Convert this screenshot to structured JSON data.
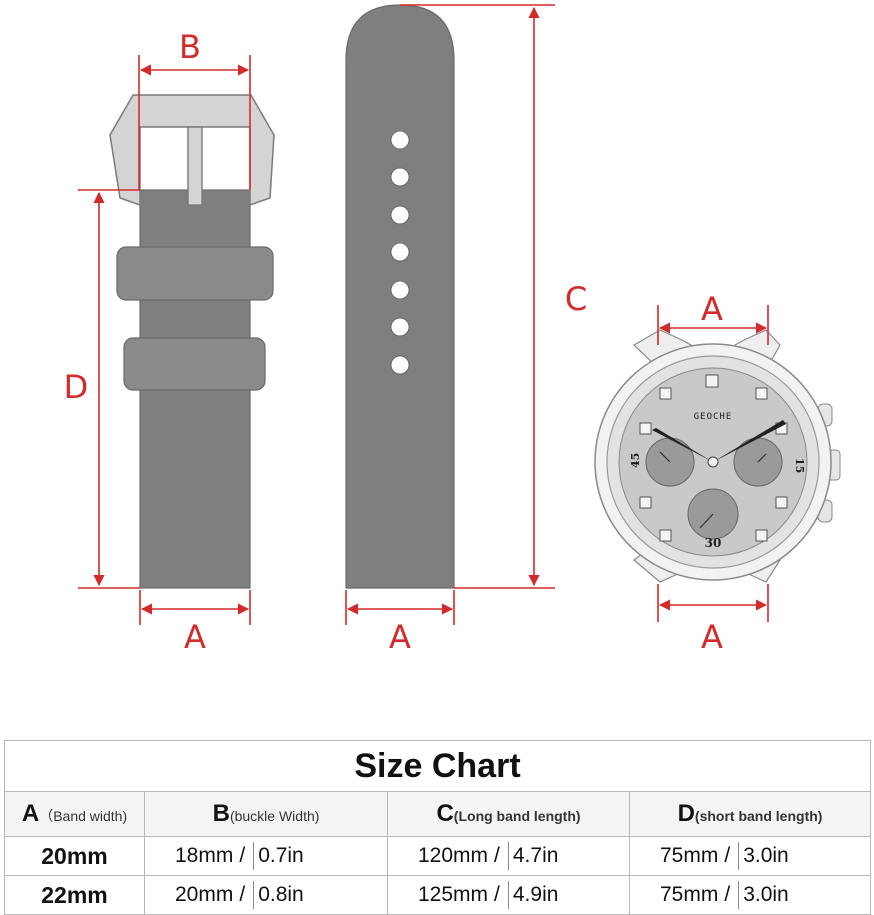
{
  "diagram": {
    "labels": {
      "buckle_width": "B",
      "short_band_length": "D",
      "short_band_width": "A",
      "long_band_length": "C",
      "long_band_width": "A",
      "watch_top_width": "A",
      "watch_bottom_width": "A"
    },
    "watch": {
      "brand_text": "GEOCHE",
      "subdial_left": "45",
      "subdial_right": "15",
      "subdial_bottom": "30"
    }
  },
  "size_chart": {
    "title": "Size Chart",
    "headers": [
      {
        "letter": "A",
        "desc": "（Band width)"
      },
      {
        "letter": "B",
        "desc": "(buckle Width)"
      },
      {
        "letter": "C",
        "desc": "(Long band length)"
      },
      {
        "letter": "D",
        "desc": "(short band length)"
      }
    ],
    "rows": [
      {
        "band_width": "20mm",
        "buckle_mm": "18mm",
        "buckle_in": "0.7in",
        "long_mm": "120mm",
        "long_in": "4.7in",
        "short_mm": "75mm",
        "short_in": "3.0in"
      },
      {
        "band_width": "22mm",
        "buckle_mm": "20mm",
        "buckle_in": "0.8in",
        "long_mm": "125mm",
        "long_in": "4.9in",
        "short_mm": "75mm",
        "short_in": "3.0in"
      }
    ],
    "slash": "/"
  },
  "colors": {
    "dimension": "#d42a2a",
    "strap": "#7f7f7f",
    "dial": "#c9c9c9"
  }
}
